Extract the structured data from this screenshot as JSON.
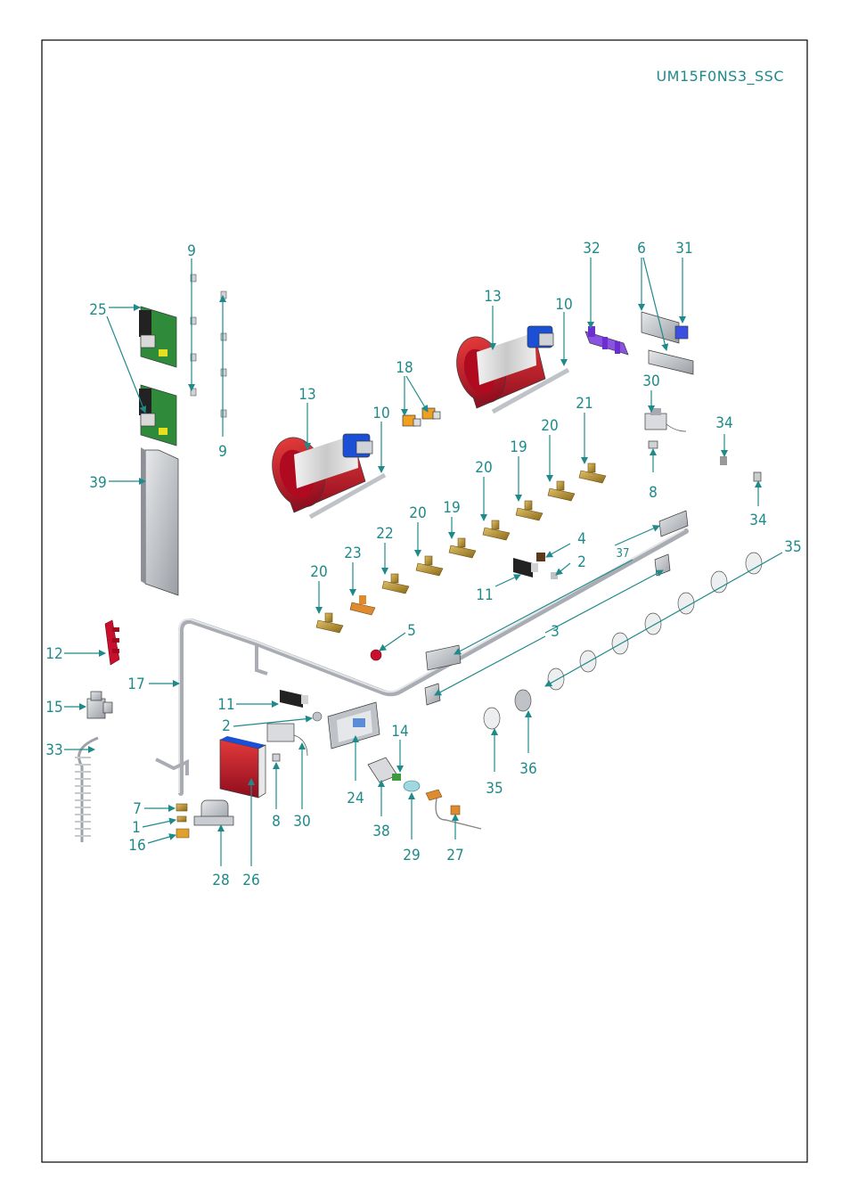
{
  "drawing": {
    "code": "UM15F0NS3_SSC"
  },
  "labels": {
    "l9a": "9",
    "l9b": "9",
    "l25": "25",
    "l39": "39",
    "l13a": "13",
    "l13b": "13",
    "l10a": "10",
    "l10b": "10",
    "l18": "18",
    "l32": "32",
    "l6": "6",
    "l31": "31",
    "l30a": "30",
    "l8a": "8",
    "l34a": "34",
    "l34b": "34",
    "l35a": "35",
    "l35b": "35",
    "l36": "36",
    "l21": "21",
    "l20a": "20",
    "l20b": "20",
    "l20c": "20",
    "l20d": "20",
    "l19a": "19",
    "l19b": "19",
    "l22": "22",
    "l23": "23",
    "l4": "4",
    "l2a": "2",
    "l2b": "2",
    "l11a": "11",
    "l11b": "11",
    "l37": "37",
    "l3": "3",
    "l5": "5",
    "l12": "12",
    "l17": "17",
    "l15": "15",
    "l33": "33",
    "l7": "7",
    "l1": "1",
    "l16": "16",
    "l28": "28",
    "l26": "26",
    "l8b": "8",
    "l30b": "30",
    "l24": "24",
    "l38": "38",
    "l14": "14",
    "l29": "29",
    "l27": "27"
  },
  "colors": {
    "label": "#1f8a8a",
    "frame": "#000000",
    "blower_red": "#c8102e",
    "motor_blue": "#1a4fd6",
    "brass": "#b8922e",
    "pcb_green": "#2f8a3a",
    "steel": "#a9adb3"
  }
}
